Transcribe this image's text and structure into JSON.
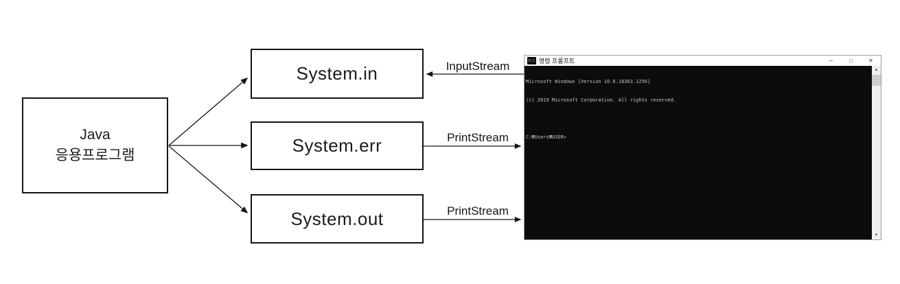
{
  "diagram": {
    "java_box": {
      "line1": "Java",
      "line2": "응용프로그램"
    },
    "boxes": [
      {
        "label": "System.in"
      },
      {
        "label": "System.err"
      },
      {
        "label": "System.out"
      }
    ],
    "arrows": [
      {
        "label": "InputStream",
        "direction": "console-to-system-in"
      },
      {
        "label": "PrintStream",
        "direction": "system-err-to-console"
      },
      {
        "label": "PrintStream",
        "direction": "system-out-to-console"
      }
    ]
  },
  "console": {
    "title": "명령 프롬프트",
    "icon_glyph": "C:\\",
    "window_controls": {
      "minimize": "─",
      "maximize": "□",
      "close": "✕"
    },
    "scrollbar": {
      "up_glyph": "▲",
      "down_glyph": "▼"
    },
    "lines": [
      "Microsoft Windows [Version 10.0.18363.1256]",
      "(c) 2019 Microsoft Corporation. All rights reserved.",
      "",
      "C:₩Users₩USER>"
    ],
    "colors": {
      "background": "#0c0c0c",
      "text": "#c5c5c5",
      "titlebar": "#ffffff"
    }
  }
}
